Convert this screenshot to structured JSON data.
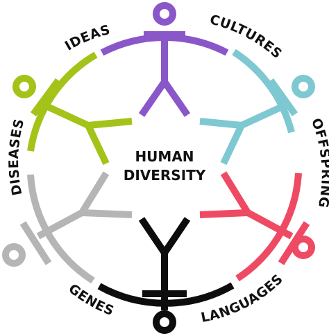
{
  "center": {
    "line1": "HUMAN",
    "line2": "DIVERSITY"
  },
  "labels": {
    "ideas": "IDEAS",
    "cultures": "CULTURES",
    "offspring": "OFFSPRING",
    "languages": "LANGUAGES",
    "genes": "GENES",
    "diseases": "DISEASES"
  },
  "colors": {
    "purple": "#8a57c9",
    "cyan": "#7ec8d2",
    "red": "#ef4a63",
    "black": "#0d0d0d",
    "gray": "#b5b5b5",
    "green": "#a3c318"
  }
}
